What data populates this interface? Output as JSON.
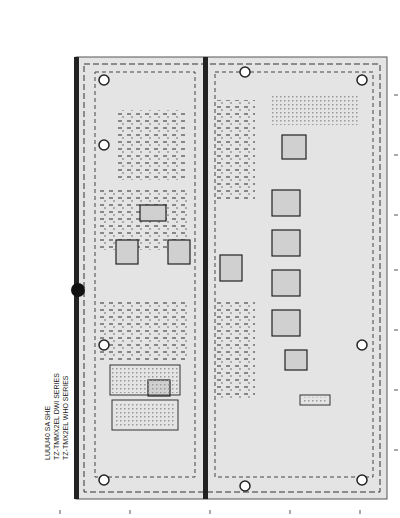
{
  "diagram": {
    "labels": [
      "LUUU40 SA SHE",
      "TZ-TMMX2EL DWI SERIES",
      "TZ-TMX2EL WHO SERIES"
    ]
  }
}
